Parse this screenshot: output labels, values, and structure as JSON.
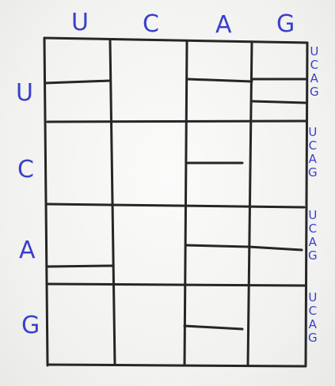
{
  "column_headers": [
    "U",
    "C",
    "A",
    "G"
  ],
  "row_headers": [
    "U",
    "C",
    "A",
    "G"
  ],
  "third_position_groups": [
    [
      "U",
      "C",
      "A",
      "G"
    ],
    [
      "U",
      "C",
      "A",
      "G"
    ],
    [
      "U",
      "C",
      "A",
      "G"
    ],
    [
      "U",
      "C",
      "A",
      "G"
    ]
  ],
  "colors": {
    "ink_lines": "#262626",
    "ink_letters": "#3b3fc9",
    "board": "#f6f6f4"
  }
}
